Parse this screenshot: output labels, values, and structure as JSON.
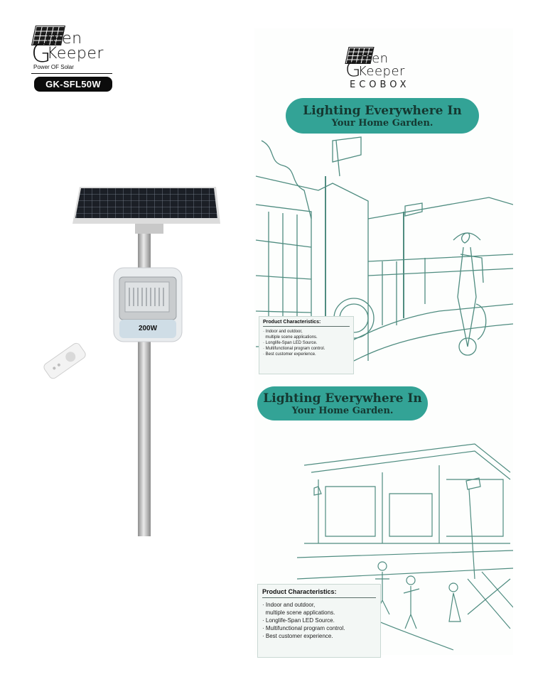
{
  "brand": {
    "name_line1": "reen",
    "name_line2": "Keeper",
    "tagline": "Power OF Solar",
    "model": "GK-SFL50W",
    "sub_brand": "ECOBOX"
  },
  "product": {
    "lamp_label": "200W"
  },
  "poster": {
    "heading_top": {
      "line1": "Lighting Everywhere In",
      "line2": "Your Home Garden."
    },
    "heading_bottom": {
      "line1": "Lighting Everywhere In",
      "line2": "Your Home Garden."
    },
    "characteristics_title": "Product Characteristics:",
    "characteristics": [
      "Indoor and outdoor,",
      "multiple scene applications.",
      "Longlife-Span LED Source.",
      "Multifunctional program control.",
      "Best customer experience."
    ]
  },
  "colors": {
    "teal": "#33a396",
    "dark_teal": "#153831",
    "line_green": "#4f8c80"
  }
}
